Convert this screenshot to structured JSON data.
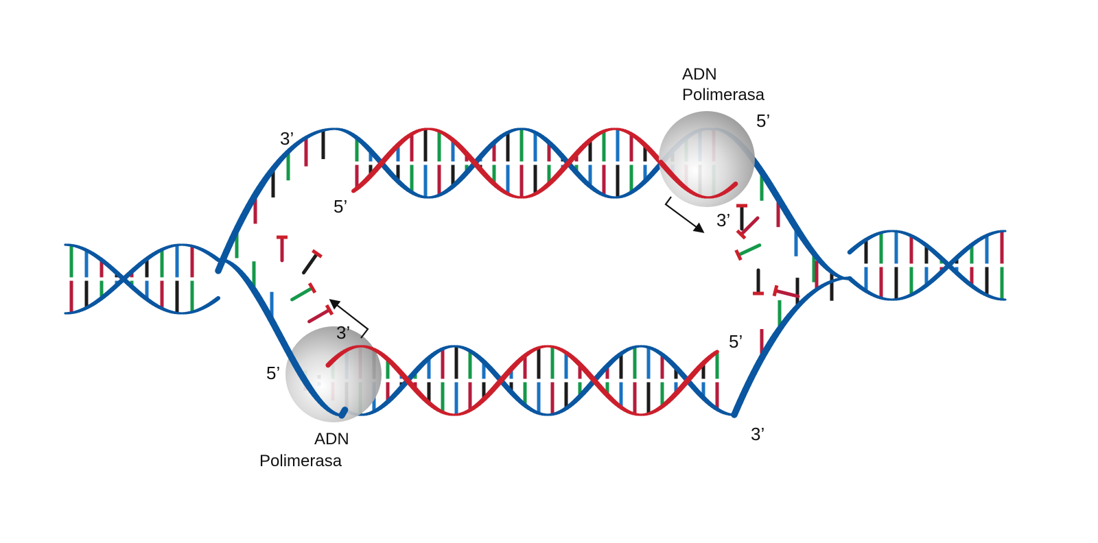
{
  "labels": {
    "top_left_3": "3’",
    "top_left_5": "5’",
    "top_right_5": "5’",
    "top_right_3": "3’",
    "bottom_left_5": "5’",
    "bottom_left_3": "3’",
    "bottom_right_5": "5’",
    "bottom_right_3": "3’",
    "polymerase_top_line1": "ADN",
    "polymerase_top_line2": "Polimerasa",
    "polymerase_bottom_line1": "ADN",
    "polymerase_bottom_line2": "Polimerasa"
  },
  "colors": {
    "parental_strand": "#0a56a0",
    "new_strand": "#cc1f2c",
    "base_green": "#15994a",
    "base_blue": "#1a72c2",
    "base_red": "#b51c3c",
    "base_black": "#1c1c1c",
    "polymerase": "#c8c8c8"
  }
}
